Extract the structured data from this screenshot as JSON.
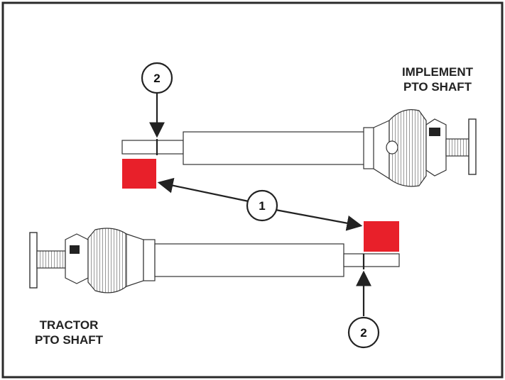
{
  "labels": {
    "implement_line1": "IMPLEMENT",
    "implement_line2": "PTO SHAFT",
    "tractor_line1": "TRACTOR",
    "tractor_line2": "PTO SHAFT"
  },
  "callouts": {
    "top_marker": "2",
    "center_marker": "1",
    "bottom_marker": "2"
  },
  "colors": {
    "highlight": "#e8202a",
    "border": "#2a2a2a",
    "line": "#222222"
  }
}
